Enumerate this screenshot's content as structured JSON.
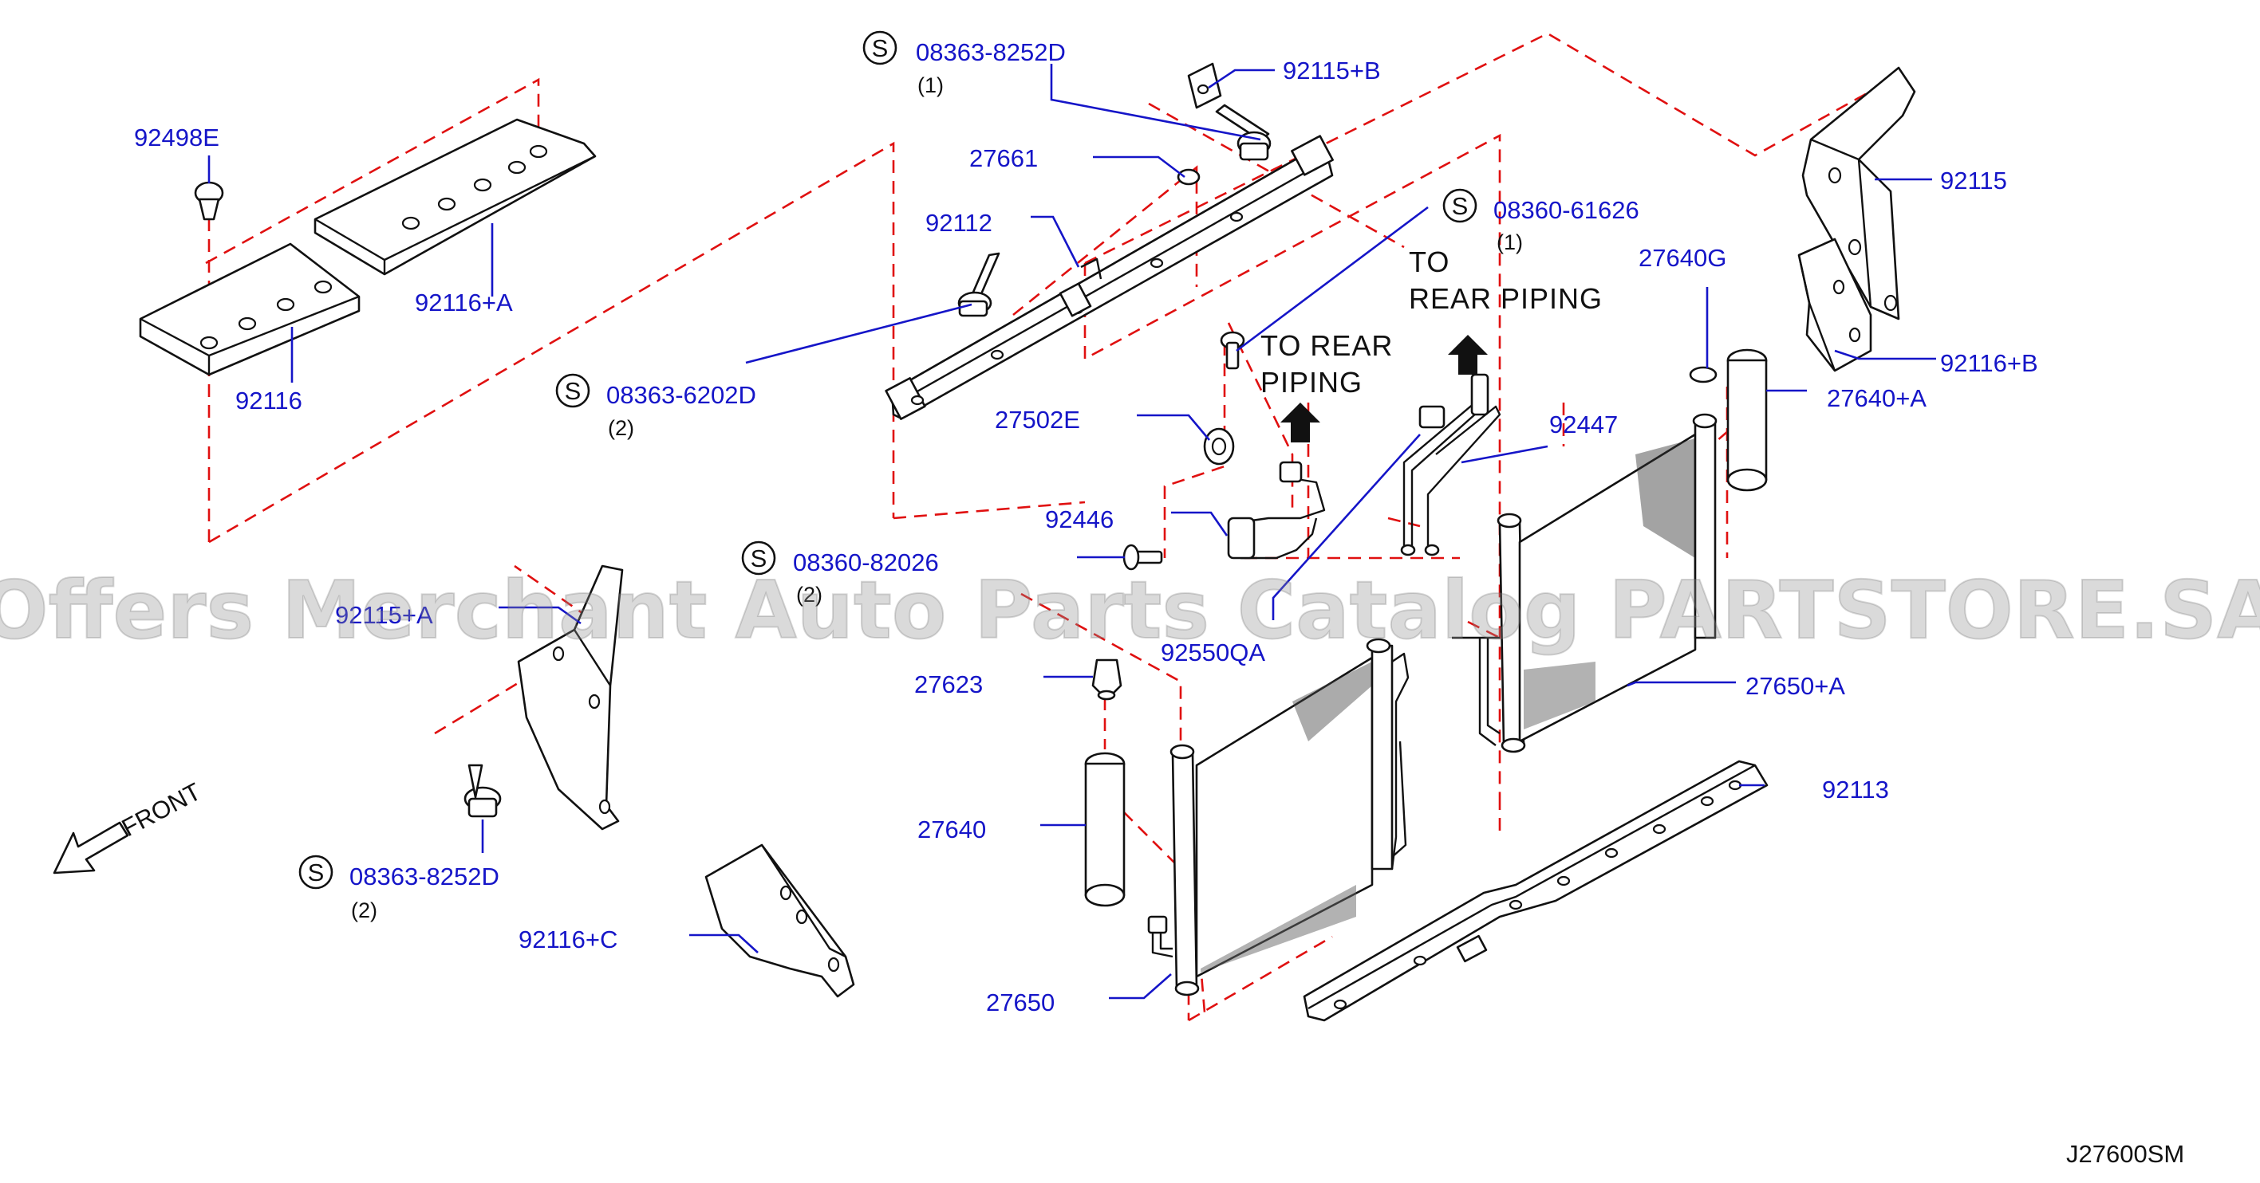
{
  "diagram": {
    "diagram_code": "J27600SM",
    "watermark": "Offers Merchant Auto Parts Catalog PARTSTORE.SA",
    "front_label": "FRONT",
    "std_symbol": "S",
    "notes": {
      "to_rear_1_line1": "TO",
      "to_rear_1_line2": "REAR  PIPING",
      "to_rear_2_line1": "TO  REAR",
      "to_rear_2_line2": "PIPING"
    },
    "part_labels": {
      "p92498E": "92498E",
      "p92116A": "92116+A",
      "p92116": "92116",
      "p27661": "27661",
      "p92112": "92112",
      "p92115B": "92115+B",
      "p92115": "92115",
      "p27640G": "27640G",
      "p92116B": "92116+B",
      "p27640A": "27640+A",
      "p92447": "92447",
      "p27502E": "27502E",
      "p92446": "92446",
      "p92550QA": "92550QA",
      "p92115A": "92115+A",
      "p27623": "27623",
      "p27640": "27640",
      "p27650A": "27650+A",
      "p92113": "92113",
      "p92116C": "92116+C",
      "p27650": "27650"
    },
    "std_parts": {
      "s1_code": "08363-8252D",
      "s1_qty": "(1)",
      "s2_code": "08360-61626",
      "s2_qty": "(1)",
      "s3_code": "08363-6202D",
      "s3_qty": "(2)",
      "s4_code": "08360-82026",
      "s4_qty": "(2)",
      "s5_code": "08363-8252D",
      "s5_qty": "(2)"
    }
  }
}
